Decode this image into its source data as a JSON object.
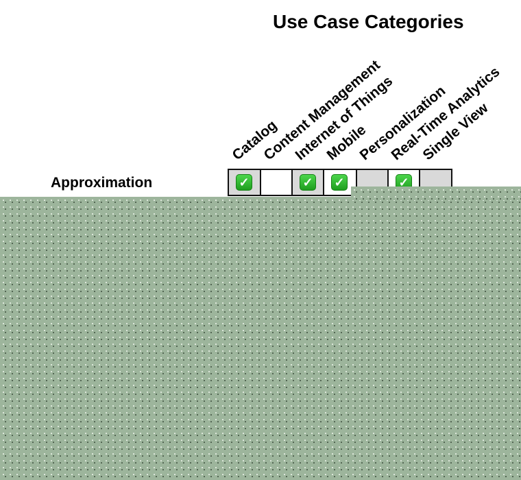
{
  "title": "Use Case Categories",
  "columns": [
    "Catalog",
    "Content Management",
    "Internet of Things",
    "Mobile",
    "Personalization",
    "Real-Time Analytics",
    "Single View"
  ],
  "rows": [
    {
      "label": "Approximation",
      "cells": [
        {
          "checked": true,
          "shade": "gray"
        },
        {
          "checked": false,
          "shade": "white"
        },
        {
          "checked": true,
          "shade": "gray"
        },
        {
          "checked": true,
          "shade": "white"
        },
        {
          "checked": false,
          "shade": "gray"
        },
        {
          "checked": true,
          "shade": "white"
        },
        {
          "checked": false,
          "shade": "gray"
        }
      ]
    }
  ],
  "check_icon": "✓",
  "colors": {
    "check_green": "#2db52d",
    "cell_gray": "#d9d9d9",
    "occlusion": "#9db59c"
  }
}
